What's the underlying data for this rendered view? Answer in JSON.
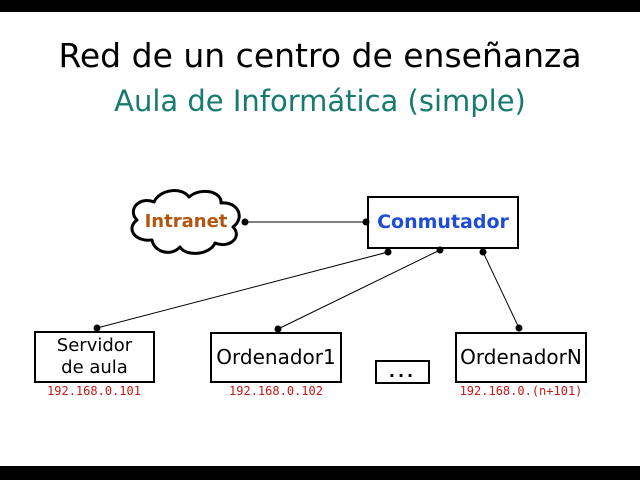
{
  "slide": {
    "title": "Red de un centro de enseñanza",
    "subtitle": "Aula de Informática (simple)",
    "colors": {
      "background": "#ffffff",
      "letterbox_bar": "#000000",
      "title_text": "#000000",
      "subtitle_text": "#177a6e",
      "intranet_text": "#b4550f",
      "switch_text": "#1e4cd2",
      "ip_text": "#c81616",
      "connector_line": "#000000"
    }
  },
  "diagram": {
    "cloud": {
      "label": "Intranet"
    },
    "switch": {
      "label": "Conmutador"
    },
    "server": {
      "label_line1": "Servidor",
      "label_line2": "de aula",
      "ip": "192.168.0.101"
    },
    "pc1": {
      "label": "Ordenador1",
      "ip": "192.168.0.102"
    },
    "ellipsis": {
      "label": "..."
    },
    "pcn": {
      "label": "OrdenadorN",
      "ip": "192.168.0.(n+101)"
    }
  }
}
